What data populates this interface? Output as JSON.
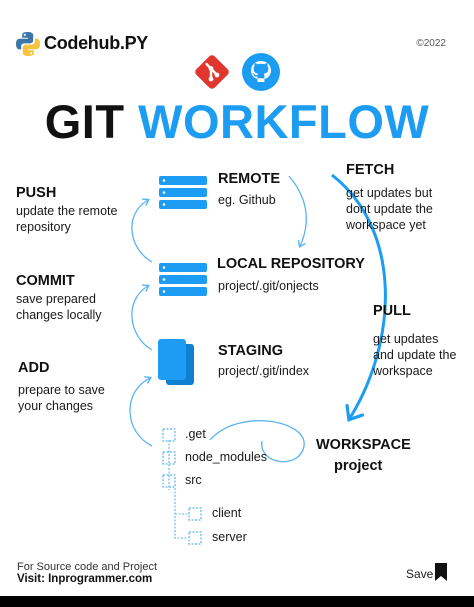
{
  "brand": {
    "name": "Codehub.PY",
    "year": "©2022"
  },
  "title": {
    "part1": "GIT",
    "part2": "WORKFLOW"
  },
  "icons": {
    "git": "git-logo-icon",
    "github": "github-octocat-icon",
    "server": "server-stack-icon",
    "staging": "documents-stack-icon",
    "folder": "folder-outline-icon",
    "save": "bookmark-icon"
  },
  "colors": {
    "accent": "#1c9cf2",
    "git_red": "#e0362d",
    "text": "#111111"
  },
  "commands": {
    "push": {
      "title": "PUSH",
      "desc": [
        "update the remote",
        "repository"
      ]
    },
    "commit": {
      "title": "COMMIT",
      "desc": [
        "save prepared",
        "changes locally"
      ]
    },
    "add": {
      "title": "ADD",
      "desc": [
        "prepare to save",
        "your changes"
      ]
    },
    "fetch": {
      "title": "FETCH",
      "desc": [
        "get updates but",
        "dont update the",
        "workspace yet"
      ]
    },
    "pull": {
      "title": "PULL",
      "desc": [
        "get updates",
        "and update the",
        "workspace"
      ]
    }
  },
  "locations": {
    "remote": {
      "title": "REMOTE",
      "desc": "eg. Github"
    },
    "local": {
      "title": "LOCAL REPOSITORY",
      "desc": "project/.git/onjects"
    },
    "staging": {
      "title": "STAGING",
      "desc": "project/.git/index"
    },
    "workspace": {
      "line1": "WORKSPACE",
      "line2": "project"
    }
  },
  "tree": {
    "items": [
      ".get",
      "node_modules",
      "src",
      "client",
      "server"
    ]
  },
  "footer": {
    "note": "For Source code and Project",
    "visit": "Visit: Inprogrammer.com",
    "save": "Save"
  }
}
